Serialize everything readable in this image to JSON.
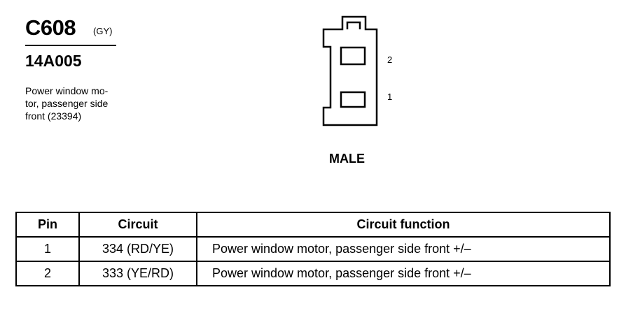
{
  "connector": {
    "id": "C608",
    "color_code": "(GY)",
    "part_number": "14A005",
    "description_lines": [
      "Power window mo-",
      "tor, passenger side",
      "front (23394)"
    ],
    "gender": "MALE",
    "pin_labels": [
      "2",
      "1"
    ]
  },
  "table": {
    "headers": [
      "Pin",
      "Circuit",
      "Circuit function"
    ],
    "rows": [
      {
        "pin": "1",
        "circuit": "334 (RD/YE)",
        "function": "Power window motor, passenger side front  +/–"
      },
      {
        "pin": "2",
        "circuit": "333 (YE/RD)",
        "function": "Power window motor, passenger side front  +/–"
      }
    ]
  }
}
